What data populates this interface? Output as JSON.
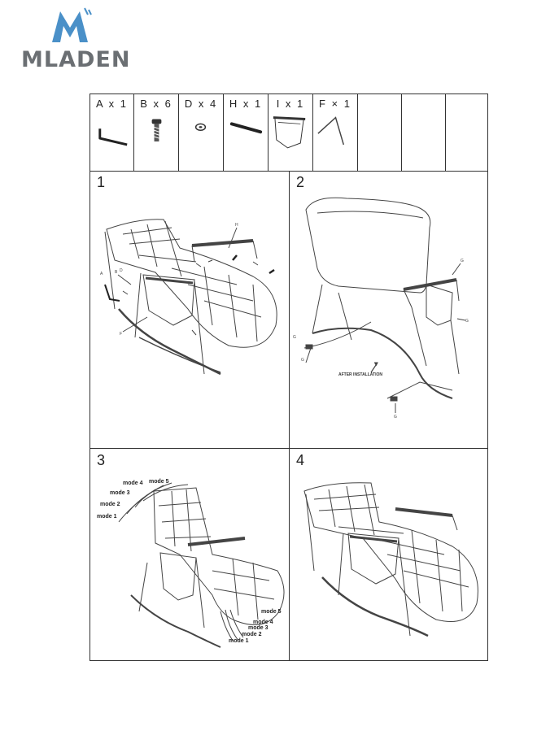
{
  "brand": {
    "name": "MLADEN",
    "primary_color": "#4a90c8",
    "text_color": "#6b6f73"
  },
  "parts": [
    {
      "label": "A x 1",
      "icon": "allen-key-icon"
    },
    {
      "label": "B x 6",
      "icon": "bolt-icon"
    },
    {
      "label": "D x 4",
      "icon": "washer-icon"
    },
    {
      "label": "H x 1",
      "icon": "rod-icon"
    },
    {
      "label": "I x 1",
      "icon": "side-pocket-icon"
    },
    {
      "label": "F × 1",
      "icon": "bent-wire-icon"
    },
    {
      "label": "",
      "icon": ""
    },
    {
      "label": "",
      "icon": ""
    },
    {
      "label": "",
      "icon": ""
    }
  ],
  "steps": [
    {
      "number": "1",
      "callouts": [
        "H",
        "A",
        "B",
        "D",
        "F"
      ]
    },
    {
      "number": "2",
      "callouts": [
        "G",
        "G",
        "G",
        "G",
        "G"
      ],
      "note": "AFTER INSTALLATION"
    },
    {
      "number": "3",
      "modes_back": [
        "mode 1",
        "mode 2",
        "mode 3",
        "mode 4",
        "mode 5"
      ],
      "modes_foot": [
        "mode 5",
        "mode 4",
        "mode 3",
        "mode 2",
        "mode 1"
      ]
    },
    {
      "number": "4"
    }
  ]
}
